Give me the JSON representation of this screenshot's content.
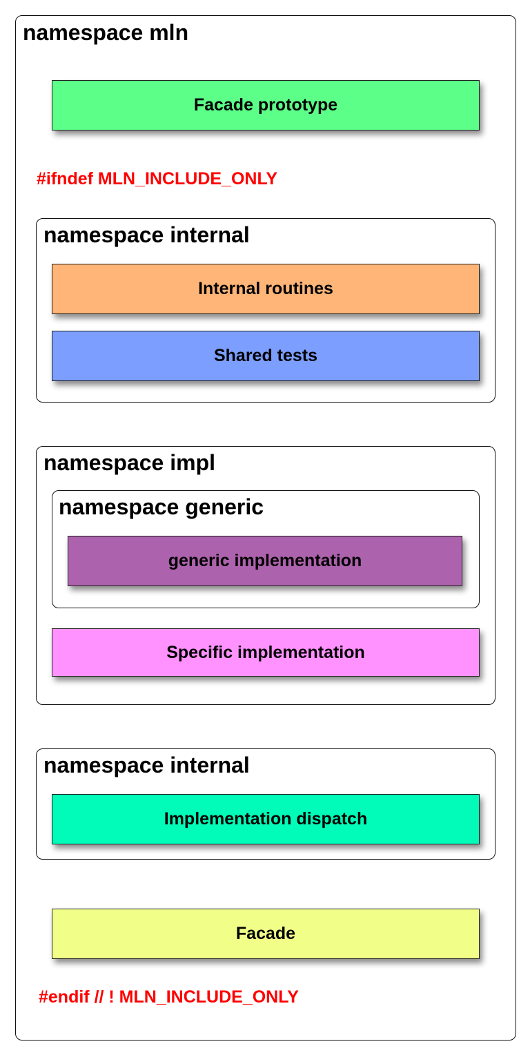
{
  "outer_namespace": {
    "title": "namespace mln"
  },
  "facade_prototype": {
    "label": "Facade prototype",
    "color": "#5cff88"
  },
  "ifndef_directive": "#ifndef MLN_INCLUDE_ONLY",
  "internal_namespace_1": {
    "title": "namespace internal",
    "boxes": [
      {
        "label": "Internal routines",
        "color": "#ffb577"
      },
      {
        "label": "Shared tests",
        "color": "#7b9eff"
      }
    ]
  },
  "impl_namespace": {
    "title": "namespace impl",
    "generic_namespace": {
      "title": "namespace generic",
      "box": {
        "label": "generic implementation",
        "color": "#ad62ad"
      }
    },
    "specific": {
      "label": "Specific implementation",
      "color": "#ff92ff"
    }
  },
  "internal_namespace_2": {
    "title": "namespace internal",
    "box": {
      "label": "Implementation dispatch",
      "color": "#00fcb8"
    }
  },
  "facade": {
    "label": "Facade",
    "color": "#f1ff88"
  },
  "endif_directive": "#endif // ! MLN_INCLUDE_ONLY"
}
